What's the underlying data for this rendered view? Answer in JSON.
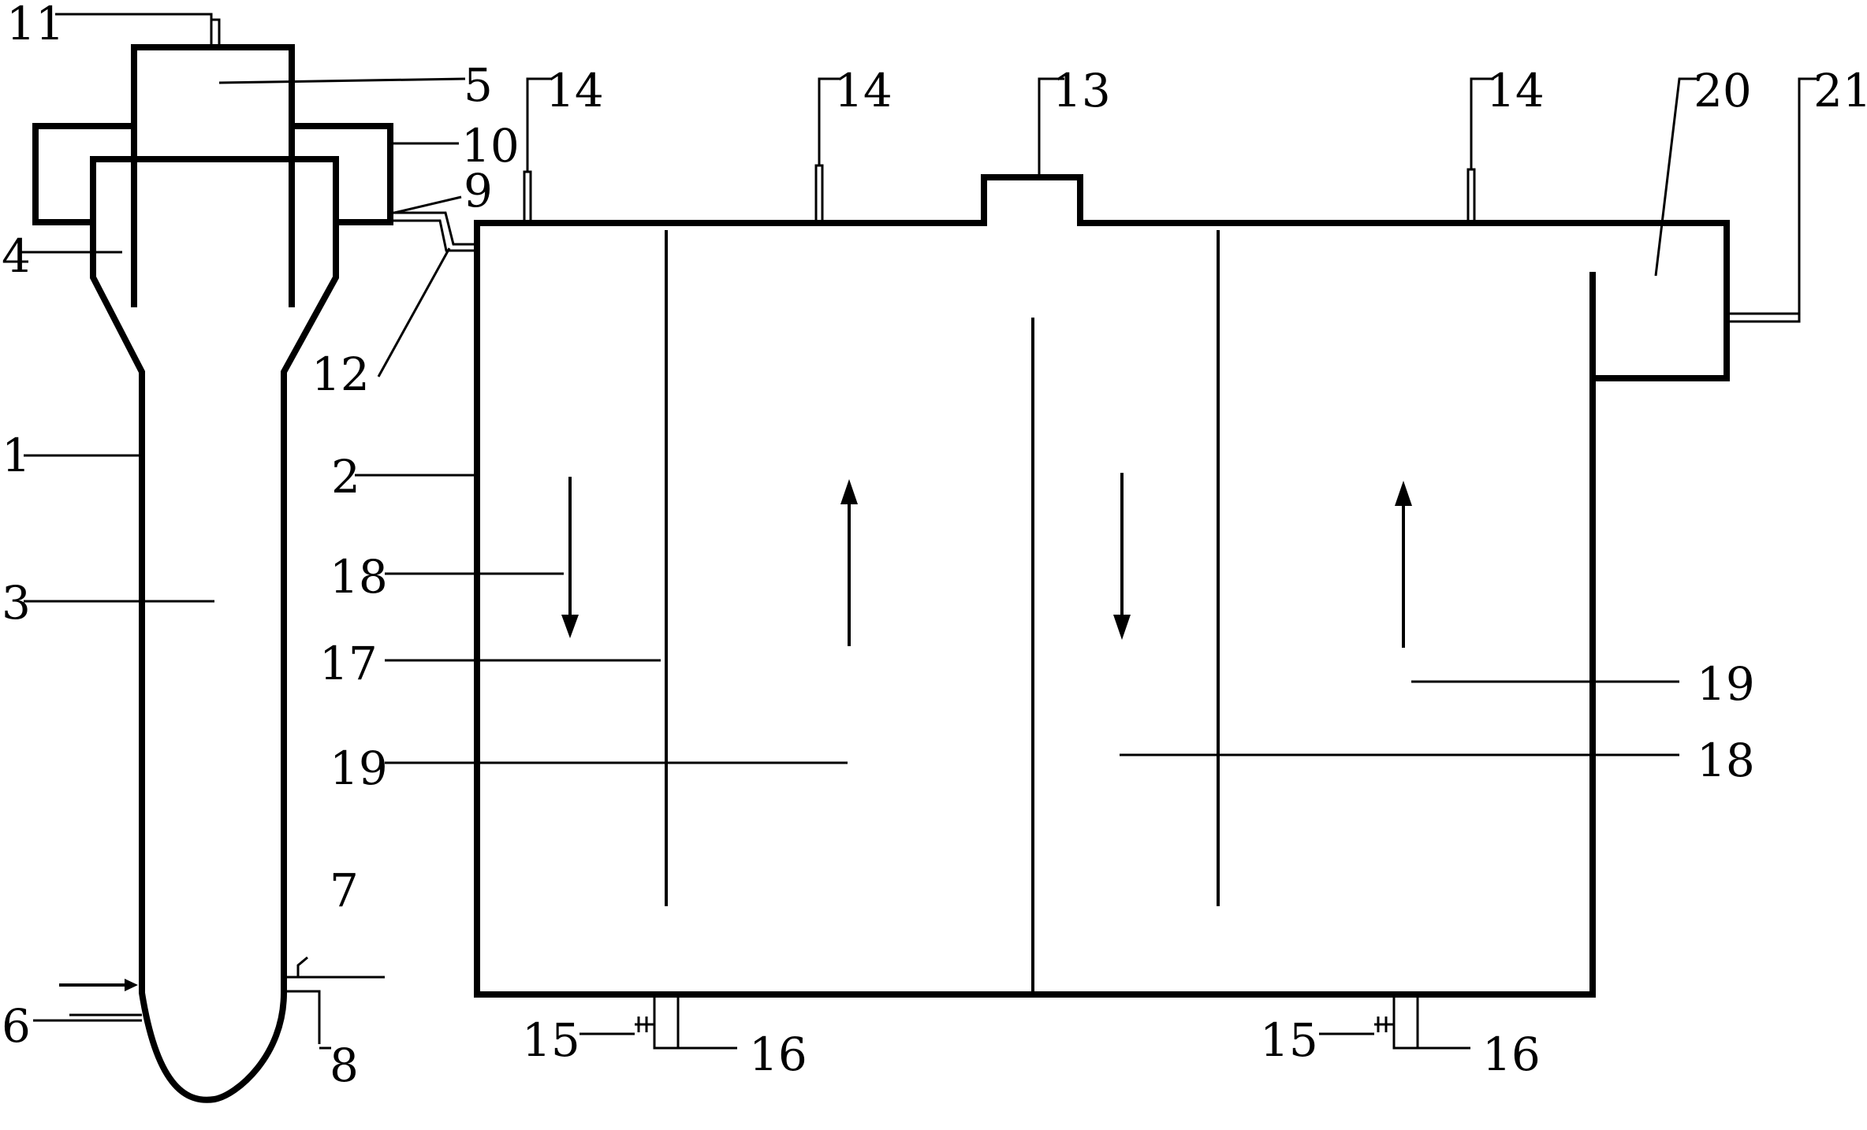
{
  "labels": {
    "l1": "1",
    "l2": "2",
    "l3": "3",
    "l4": "4",
    "l5": "5",
    "l6": "6",
    "l7": "7",
    "l8": "8",
    "l9": "9",
    "l10": "10",
    "l11": "11",
    "l12": "12",
    "l13": "13",
    "l14a": "14",
    "l14b": "14",
    "l14c": "14",
    "l15a": "15",
    "l15b": "15",
    "l16a": "16",
    "l16b": "16",
    "l17": "17",
    "l18a": "18",
    "l18b": "18",
    "l19a": "19",
    "l19b": "19",
    "l20": "20",
    "l21": "21"
  },
  "colors": {
    "line": "#000000",
    "background": "#ffffff"
  }
}
